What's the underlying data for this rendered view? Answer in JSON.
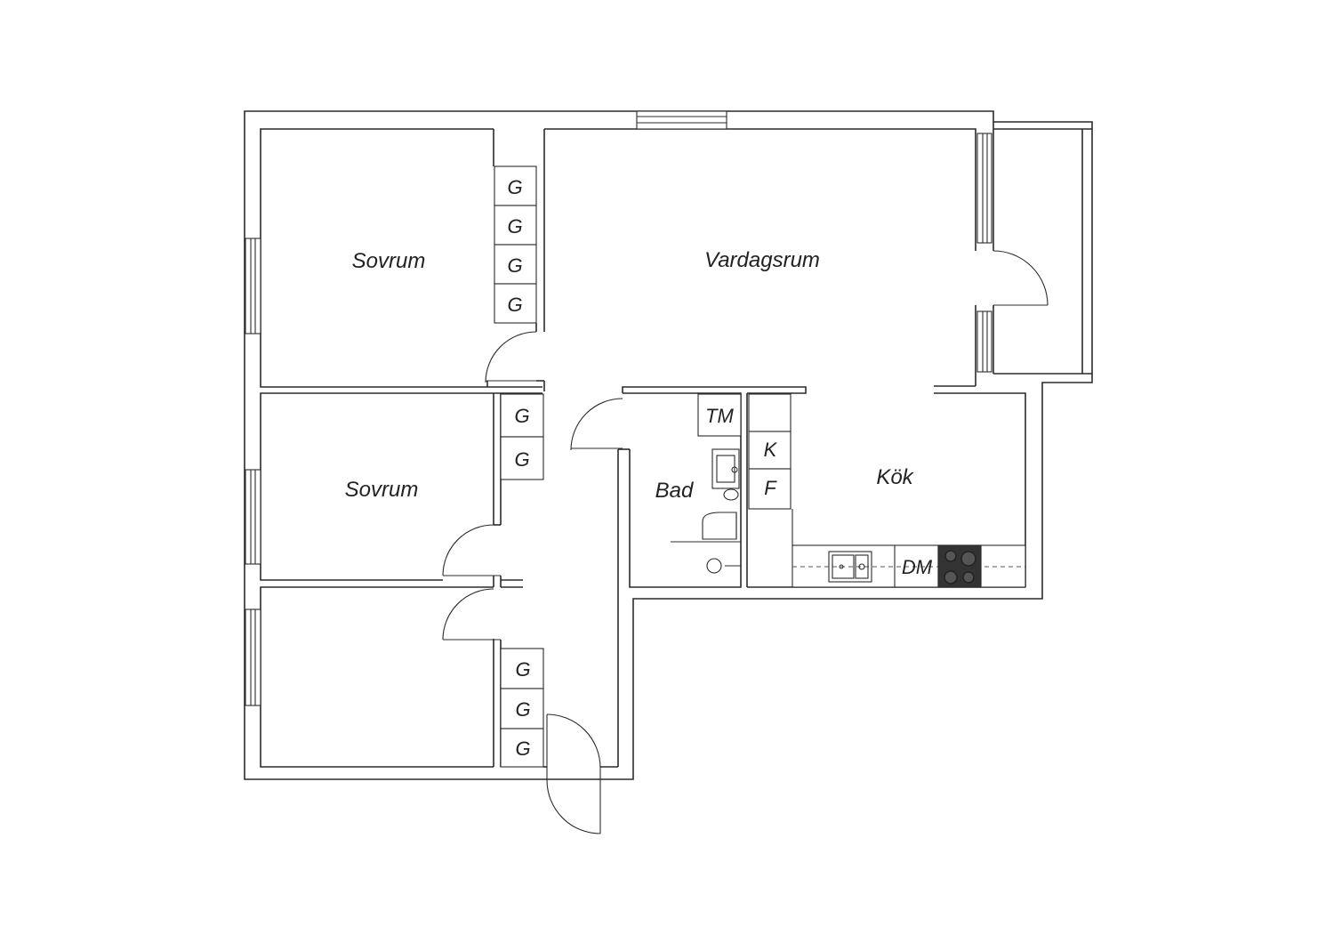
{
  "rooms": {
    "sovrum_1": "Sovrum",
    "vardagsrum": "Vardagsrum",
    "sovrum_2": "Sovrum",
    "bad": "Bad",
    "kok": "Kök"
  },
  "closets": {
    "g_top_1": "G",
    "g_top_2": "G",
    "g_top_3": "G",
    "g_top_4": "G",
    "g_mid_1": "G",
    "g_mid_2": "G",
    "g_bot_1": "G",
    "g_bot_2": "G",
    "g_bot_3": "G"
  },
  "appliances": {
    "tm": "TM",
    "k": "K",
    "f": "F",
    "dm": "DM"
  }
}
